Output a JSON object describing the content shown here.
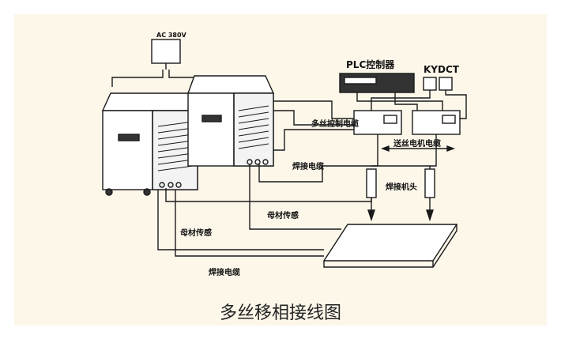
{
  "labels": {
    "power_box": "AC 380V",
    "plc": "PLC控制器",
    "kydct": "KYDCT",
    "multi_wire_cable": "多丝控制电缆",
    "feed_motor_cable": "送丝电机电缆",
    "weld_cable_top": "焊接电缆",
    "weld_head": "焊接机头",
    "base_cable_right": "母材传感",
    "base_cable_left": "母材传感",
    "weld_cable_bottom": "焊接电缆"
  },
  "caption": "多丝移相接线图",
  "colors": {
    "panel_bg": "#fdf7ea",
    "line": "#1a1a1a"
  }
}
